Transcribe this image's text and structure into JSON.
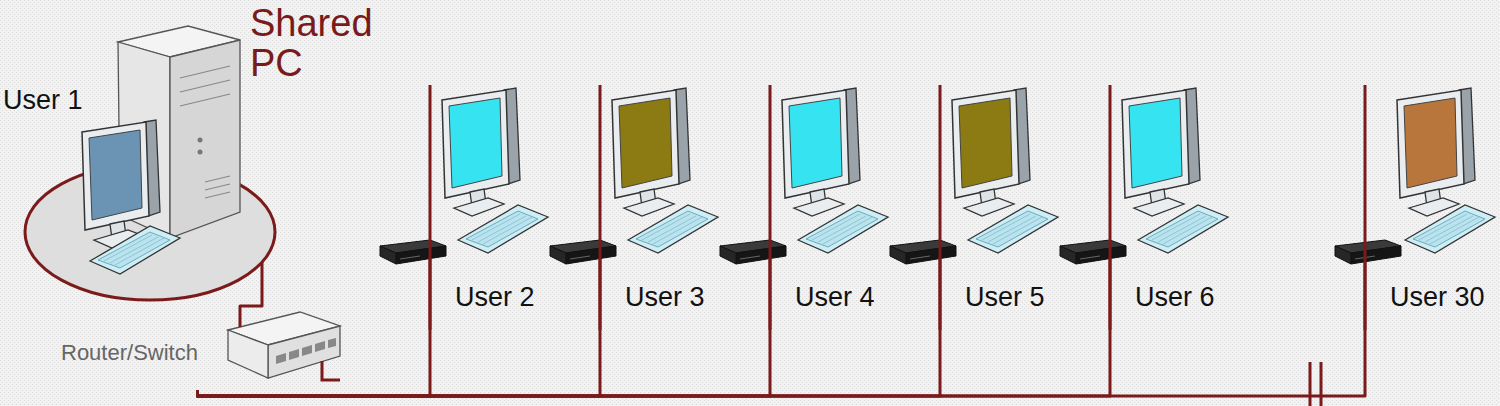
{
  "diagram": {
    "nodes": [
      {
        "text": [
          "Shared PC",
          "User 1"
        ]
      },
      {
        "text": [
          "Router/Switch"
        ]
      },
      {
        "text": [
          "User 2"
        ]
      },
      {
        "text": [
          "User 3"
        ]
      },
      {
        "text": [
          "User 4"
        ]
      },
      {
        "text": [
          "User 5"
        ]
      },
      {
        "text": [
          "User 6"
        ]
      },
      {
        "text": [
          "User 30"
        ]
      }
    ],
    "edges": [
      {
        "from": 0,
        "to": 1,
        "arrow": "none"
      },
      {
        "from": 1,
        "to": 2,
        "arrow": "none"
      },
      {
        "from": 1,
        "to": 3,
        "arrow": "none"
      },
      {
        "from": 1,
        "to": 4,
        "arrow": "none"
      },
      {
        "from": 1,
        "to": 5,
        "arrow": "none"
      },
      {
        "from": 1,
        "to": 6,
        "arrow": "none"
      },
      {
        "from": 1,
        "to": 7,
        "arrow": "none"
      }
    ]
  }
}
